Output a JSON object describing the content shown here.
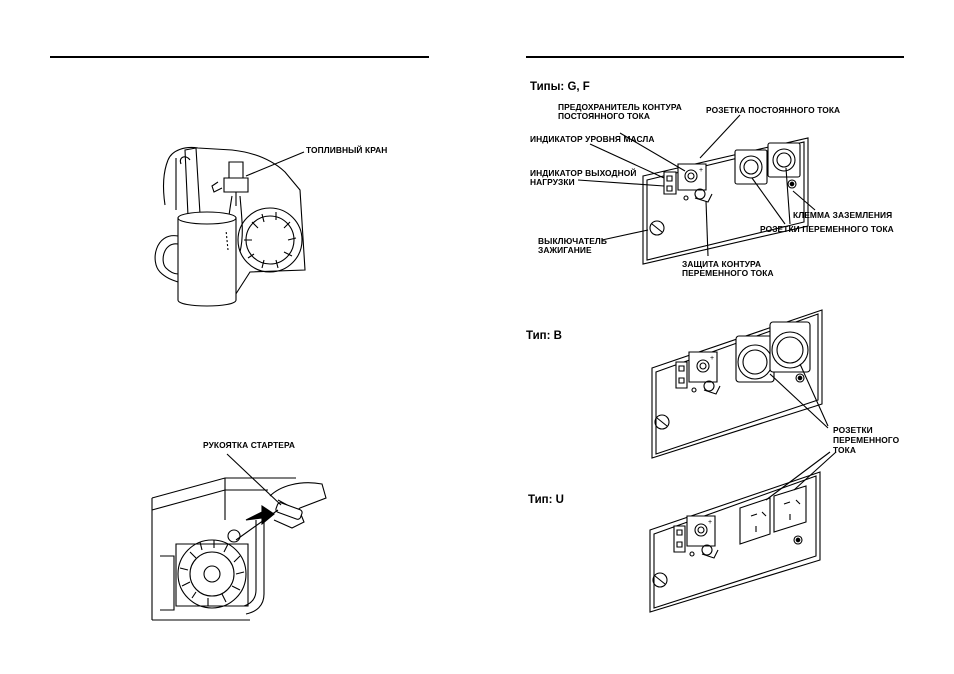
{
  "left_page": {
    "fuel_valve_label": "ТОПЛИВНЫЙ КРАН",
    "starter_handle_label": "РУКОЯТКА СТАРТЕРА"
  },
  "right_page": {
    "panel_gf": {
      "type_title": "Типы: G, F",
      "dc_fuse_label": [
        "ПРЕДОХРАНИТЕЛЬ КОНТУРА",
        "ПОСТОЯННОГО ТОКА"
      ],
      "dc_socket_label": "РОЗЕТКА ПОСТОЯННОГО ТОКА",
      "oil_indicator_label": "ИНДИКАТОР УРОВНЯ МАСЛА",
      "output_indicator_label": [
        "ИНДИКАТОР ВЫХОДНОЙ",
        "НАГРУЗКИ"
      ],
      "ground_terminal_label": "КЛЕММА ЗАЗЕМЛЕНИЯ",
      "ac_sockets_label": "РОЗЕТКИ ПЕРЕМЕННОГО ТОКА",
      "ignition_switch_label": [
        "ВЫКЛЮЧАТЕЛЬ",
        "ЗАЖИГАНИЕ"
      ],
      "ac_protector_label": [
        "ЗАЩИТА КОНТУРА",
        "ПЕРЕМЕННОГО ТОКА"
      ]
    },
    "panel_b": {
      "type_title": "Тип: B",
      "ac_sockets_label": [
        "РОЗЕТКИ",
        "ПЕРЕМЕННОГО",
        "ТОКА"
      ]
    },
    "panel_u": {
      "type_title": "Тип: U"
    }
  }
}
